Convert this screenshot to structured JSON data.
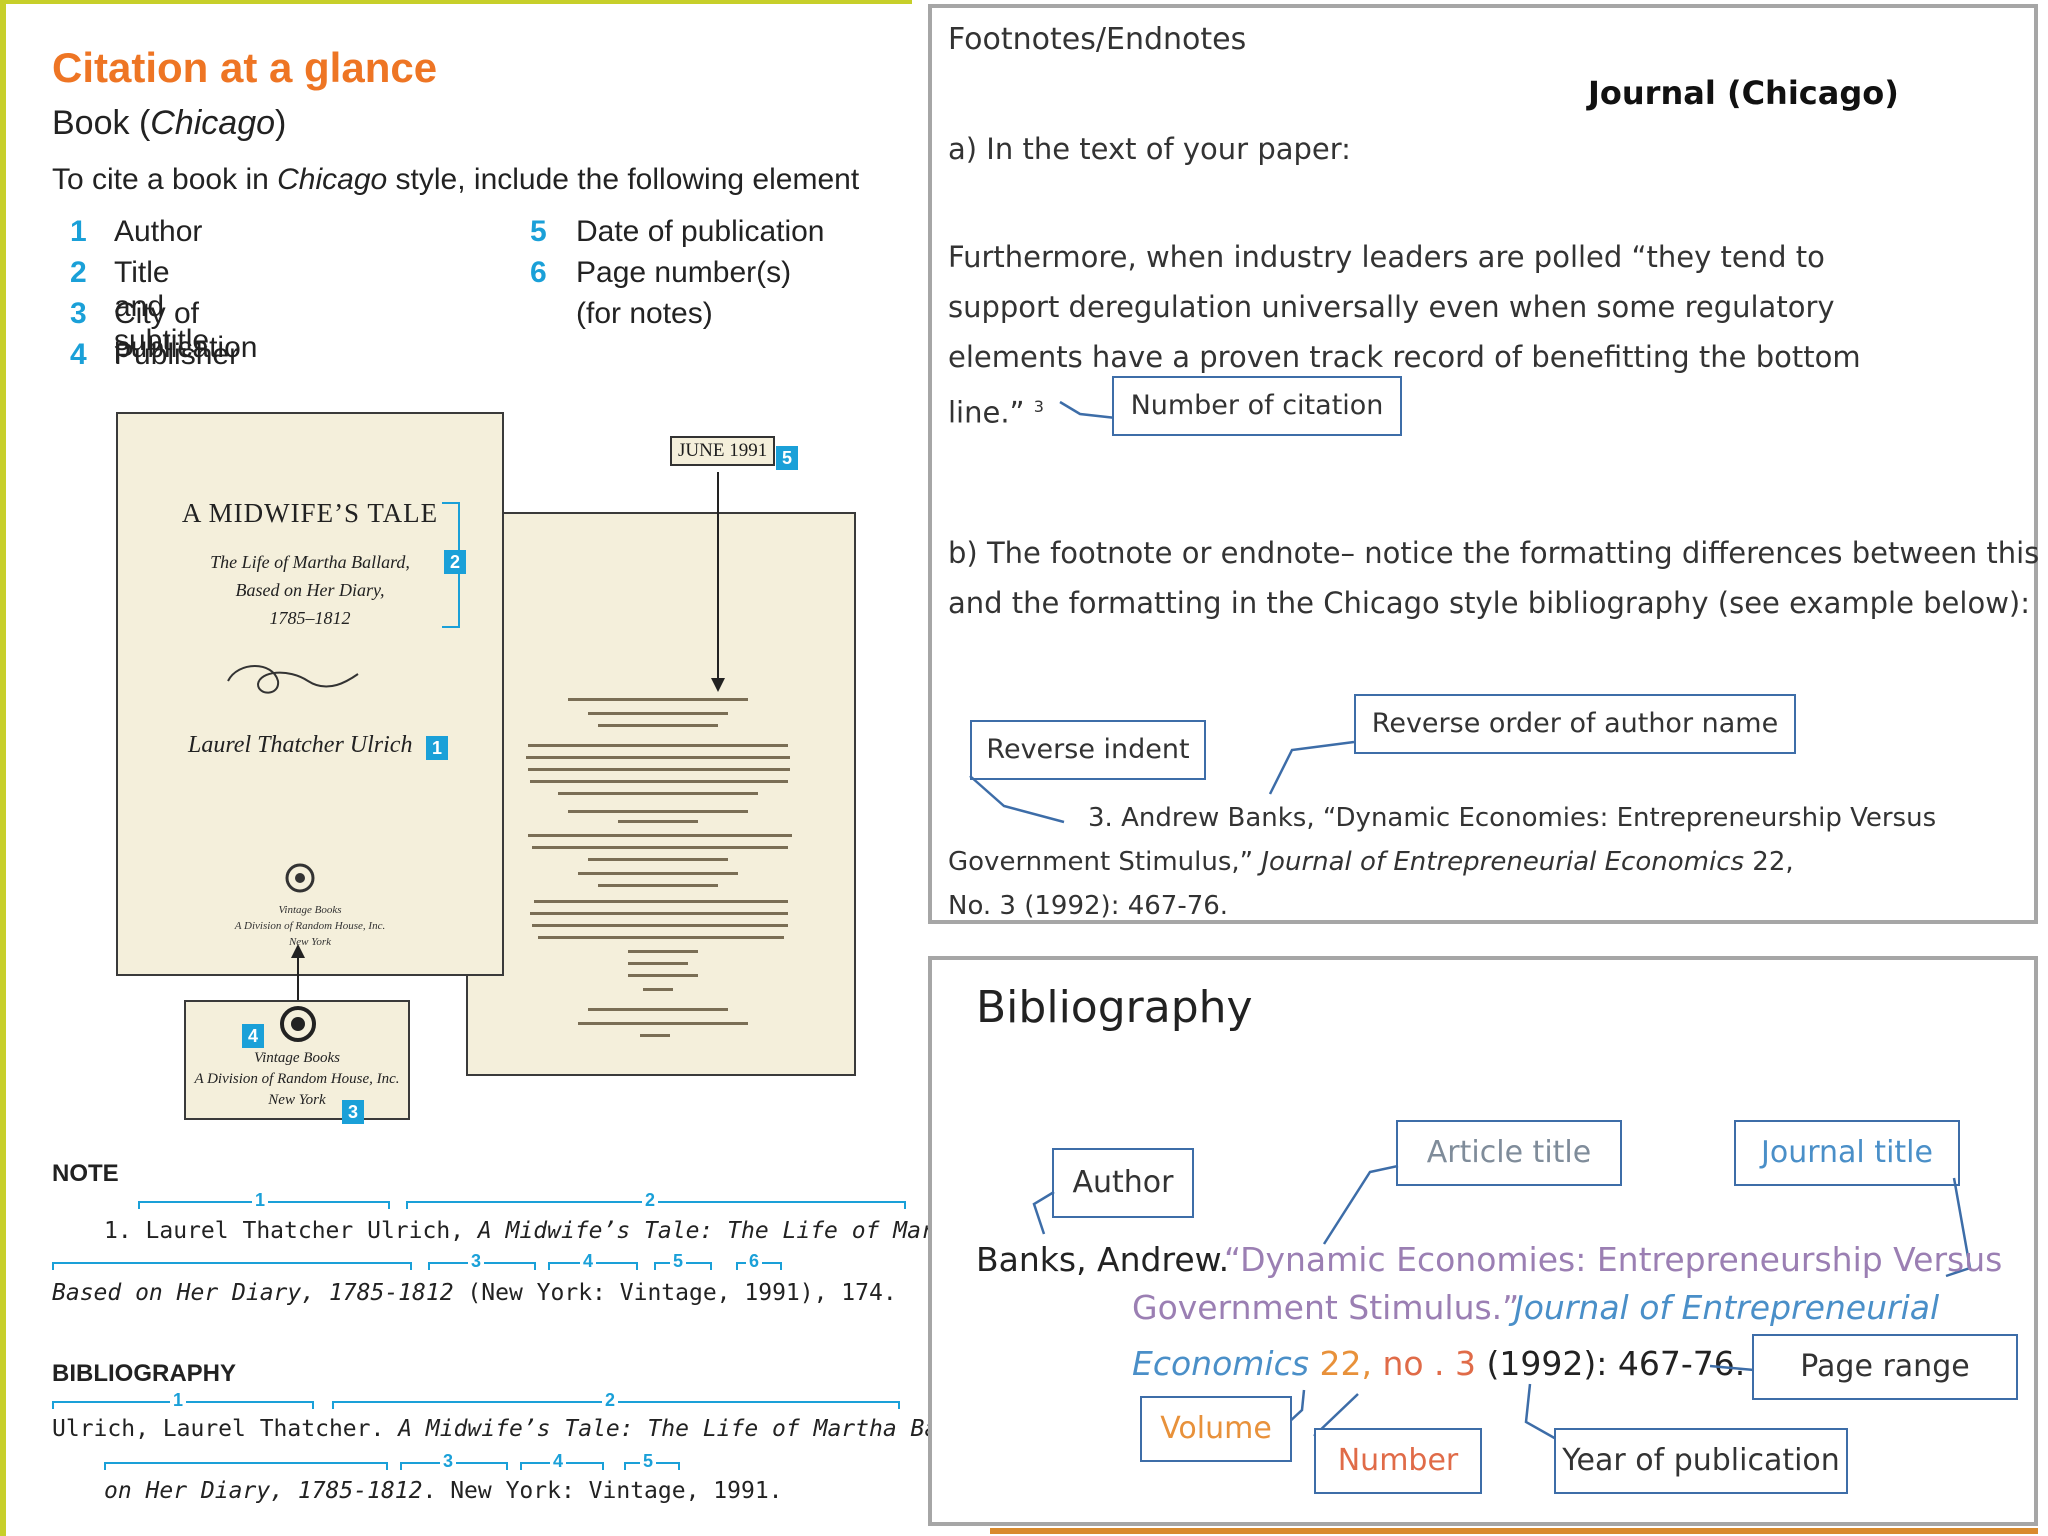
{
  "left": {
    "title": "Citation at a glance",
    "subtitle_main": "Book (",
    "subtitle_italic": "Chicago",
    "subtitle_end": ")",
    "intro_a": "To cite a book in ",
    "intro_italic": "Chicago",
    "intro_b": " style, include the following element",
    "elements": [
      {
        "num": "1",
        "label": "Author"
      },
      {
        "num": "2",
        "label": "Title and subtitle"
      },
      {
        "num": "3",
        "label": "City of publication"
      },
      {
        "num": "4",
        "label": "Publisher"
      },
      {
        "num": "5",
        "label": "Date of publication"
      },
      {
        "num": "6",
        "label": "Page number(s)"
      }
    ],
    "page_note": "(for notes)",
    "cover": {
      "title": "A MIDWIFE’S TALE",
      "subtitle_lines": [
        "The Life of Martha Ballard,",
        "Based on Her Diary,",
        "1785–1812"
      ],
      "author": "Laurel Thatcher Ulrich",
      "publisher_lines": [
        "Vintage Books",
        "A Division of Random House, Inc.",
        "New York"
      ],
      "badge_title": "2",
      "badge_author": "1"
    },
    "date_callout": {
      "text": "JUNE 1991",
      "badge": "5"
    },
    "publisher_callout": {
      "lines": [
        "Vintage Books",
        "A Division of Random House, Inc.",
        "New York"
      ],
      "badge_publisher": "4",
      "badge_city": "3"
    },
    "note_label": "NOTE",
    "note_line1": "1. Laurel Thatcher Ulrich, ",
    "note_line1_italic": "A Midwife’s Tale: The Life of Martha Ballard,",
    "note_line2_italic": "Based on Her Diary, 1785-1812",
    "note_line2_rest": " (New York: Vintage, 1991), 174.",
    "bib_label": "BIBLIOGRAPHY",
    "bib_line1": "Ulrich, Laurel Thatcher. ",
    "bib_line1_italic": "A Midwife’s Tale: The Life of Martha Ballard, Based",
    "bib_line2_italic": "on Her Diary, 1785-1812",
    "bib_line2_rest": ". New York: Vintage, 1991.",
    "note_markers": [
      "1",
      "2",
      "3",
      "4",
      "5",
      "6"
    ],
    "bib_markers": [
      "1",
      "2",
      "3",
      "4",
      "5"
    ]
  },
  "footnotes": {
    "heading": "Footnotes/Endnotes",
    "journal_label": "Journal (Chicago)",
    "part_a": "a) In the text of your paper:",
    "quote_lines": [
      "Furthermore, when industry leaders are polled “they tend to",
      "support deregulation universally even when some regulatory",
      "elements have a proven track record of benefitting the bottom",
      "line.”"
    ],
    "superscript": "3",
    "number_box": "Number of citation",
    "part_b_lines": [
      "b) The footnote or endnote– notice the formatting differences between this",
      "and the formatting in the Chicago style bibliography (see example below):"
    ],
    "reverse_indent_box": "Reverse indent",
    "reverse_author_box": "Reverse order of author name",
    "note_line1": "3. Andrew Banks, “Dynamic Economies: Entrepreneurship Versus",
    "note_line2_a": "Government Stimulus,” ",
    "note_line2_italic": "Journal of Entrepreneurial Economics",
    "note_line2_b": " 22,",
    "note_line3": "No. 3 (1992): 467-76."
  },
  "bibliography": {
    "heading": "Bibliography",
    "author_box": "Author",
    "article_box": "Article title",
    "journal_box": "Journal title",
    "author_text": "Banks, Andrew.",
    "article_line1": "“Dynamic Economies: Entrepreneurship Versus",
    "article_line2": "Government Stimulus.”",
    "journal_line1": "Journal of  Entrepreneurial",
    "journal_line2": "Economics",
    "volume_text": "22,",
    "number_text": "no . 3",
    "year_text": "(1992): 467-76.",
    "page_range_box": "Page range",
    "volume_box": "Volume",
    "number_box": "Number",
    "year_box": "Year of publication",
    "colors": {
      "article": "#9b7fb3",
      "journal": "#4a8fc8",
      "volume": "#e8913a",
      "number": "#e06b48",
      "box_border": "#3d6da8"
    }
  },
  "colors": {
    "orange_title": "#ee7524",
    "blue_marker": "#1aa0d8",
    "left_border": "#c7cf2a",
    "panel_border": "#a6a6a6"
  }
}
